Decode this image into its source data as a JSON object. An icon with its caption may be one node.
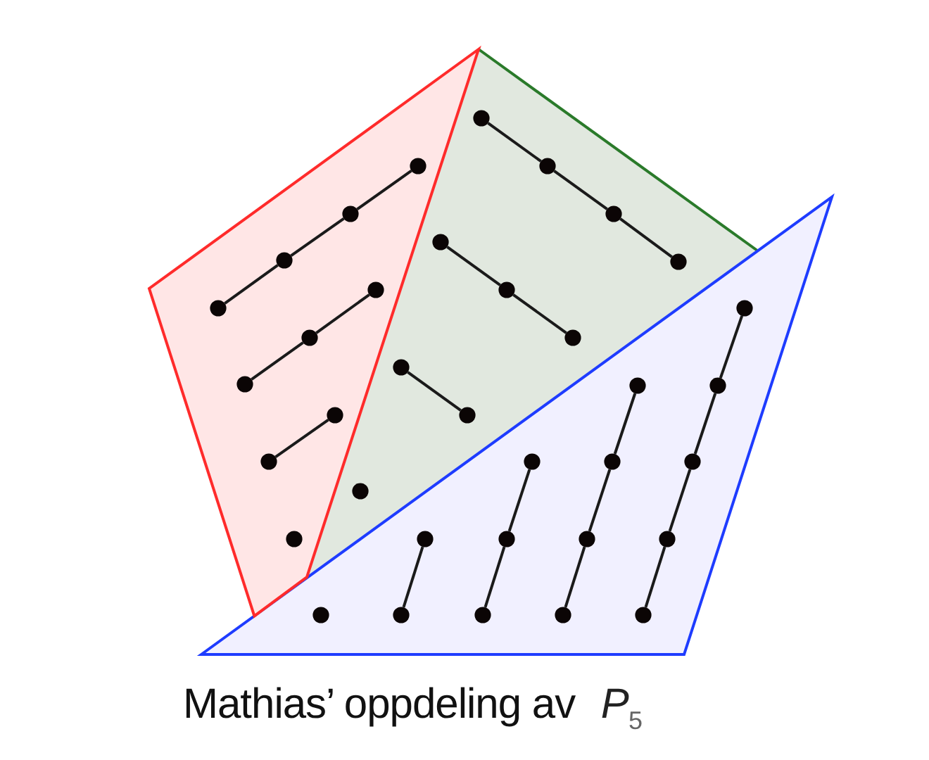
{
  "diagram": {
    "caption": "Mathias’ oppdeling av *P*$_{5}$",
    "nodes": [
      {
        "text": [],
        "shape": "polygon"
      },
      {
        "text": [],
        "shape": "circle",
        "in": 0
      },
      {
        "text": [],
        "shape": "circle",
        "in": 0
      },
      {
        "text": [],
        "shape": "circle",
        "in": 0
      },
      {
        "text": [],
        "shape": "circle",
        "in": 0
      },
      {
        "text": [],
        "shape": "circle",
        "in": 0
      },
      {
        "text": [],
        "shape": "circle",
        "in": 0
      },
      {
        "text": [],
        "shape": "circle",
        "in": 0
      },
      {
        "text": [],
        "shape": "circle",
        "in": 0
      },
      {
        "text": [],
        "shape": "circle",
        "in": 0
      },
      {
        "text": [],
        "shape": "circle",
        "in": 0
      },
      {
        "text": [],
        "shape": "triangle"
      },
      {
        "text": [],
        "shape": "circle",
        "in": 11
      },
      {
        "text": [],
        "shape": "circle",
        "in": 11
      },
      {
        "text": [],
        "shape": "circle",
        "in": 11
      },
      {
        "text": [],
        "shape": "circle",
        "in": 11
      },
      {
        "text": [],
        "shape": "circle",
        "in": 11
      },
      {
        "text": [],
        "shape": "circle",
        "in": 11
      },
      {
        "text": [],
        "shape": "circle",
        "in": 11
      },
      {
        "text": [],
        "shape": "circle",
        "in": 11
      },
      {
        "text": [],
        "shape": "circle",
        "in": 11
      },
      {
        "text": [],
        "shape": "circle",
        "in": 11
      },
      {
        "text": [],
        "shape": "triangle"
      },
      {
        "text": [],
        "shape": "circle",
        "in": 22
      },
      {
        "text": [],
        "shape": "circle",
        "in": 22
      },
      {
        "text": [],
        "shape": "circle",
        "in": 22
      },
      {
        "text": [],
        "shape": "circle",
        "in": 22
      },
      {
        "text": [],
        "shape": "circle",
        "in": 22
      },
      {
        "text": [],
        "shape": "circle",
        "in": 22
      },
      {
        "text": [],
        "shape": "circle",
        "in": 22
      },
      {
        "text": [],
        "shape": "circle",
        "in": 22
      },
      {
        "text": [],
        "shape": "circle",
        "in": 22
      },
      {
        "text": [],
        "shape": "circle",
        "in": 22
      },
      {
        "text": [],
        "shape": "circle",
        "in": 22
      },
      {
        "text": [],
        "shape": "circle",
        "in": 22
      },
      {
        "text": [],
        "shape": "circle",
        "in": 22
      },
      {
        "text": [],
        "shape": "circle",
        "in": 22
      },
      {
        "text": [],
        "shape": "circle",
        "in": 22
      }
    ],
    "edges": [
      {
        "from": 1,
        "to": 2,
        "arrow": "none"
      },
      {
        "from": 2,
        "to": 3,
        "arrow": "none"
      },
      {
        "from": 3,
        "to": 4,
        "arrow": "none"
      },
      {
        "from": 5,
        "to": 6,
        "arrow": "none"
      },
      {
        "from": 6,
        "to": 7,
        "arrow": "none"
      },
      {
        "from": 8,
        "to": 9,
        "arrow": "none"
      },
      {
        "from": 12,
        "to": 13,
        "arrow": "none"
      },
      {
        "from": 13,
        "to": 14,
        "arrow": "none"
      },
      {
        "from": 14,
        "to": 15,
        "arrow": "none"
      },
      {
        "from": 16,
        "to": 17,
        "arrow": "none"
      },
      {
        "from": 17,
        "to": 18,
        "arrow": "none"
      },
      {
        "from": 19,
        "to": 20,
        "arrow": "none"
      },
      {
        "from": 24,
        "to": 25,
        "arrow": "none"
      },
      {
        "from": 26,
        "to": 27,
        "arrow": "none"
      },
      {
        "from": 27,
        "to": 28,
        "arrow": "none"
      },
      {
        "from": 29,
        "to": 30,
        "arrow": "none"
      },
      {
        "from": 30,
        "to": 31,
        "arrow": "none"
      },
      {
        "from": 31,
        "to": 32,
        "arrow": "none"
      },
      {
        "from": 33,
        "to": 34,
        "arrow": "none"
      },
      {
        "from": 34,
        "to": 35,
        "arrow": "none"
      },
      {
        "from": 35,
        "to": 36,
        "arrow": "none"
      },
      {
        "from": 36,
        "to": 37,
        "arrow": "none"
      }
    ]
  }
}
